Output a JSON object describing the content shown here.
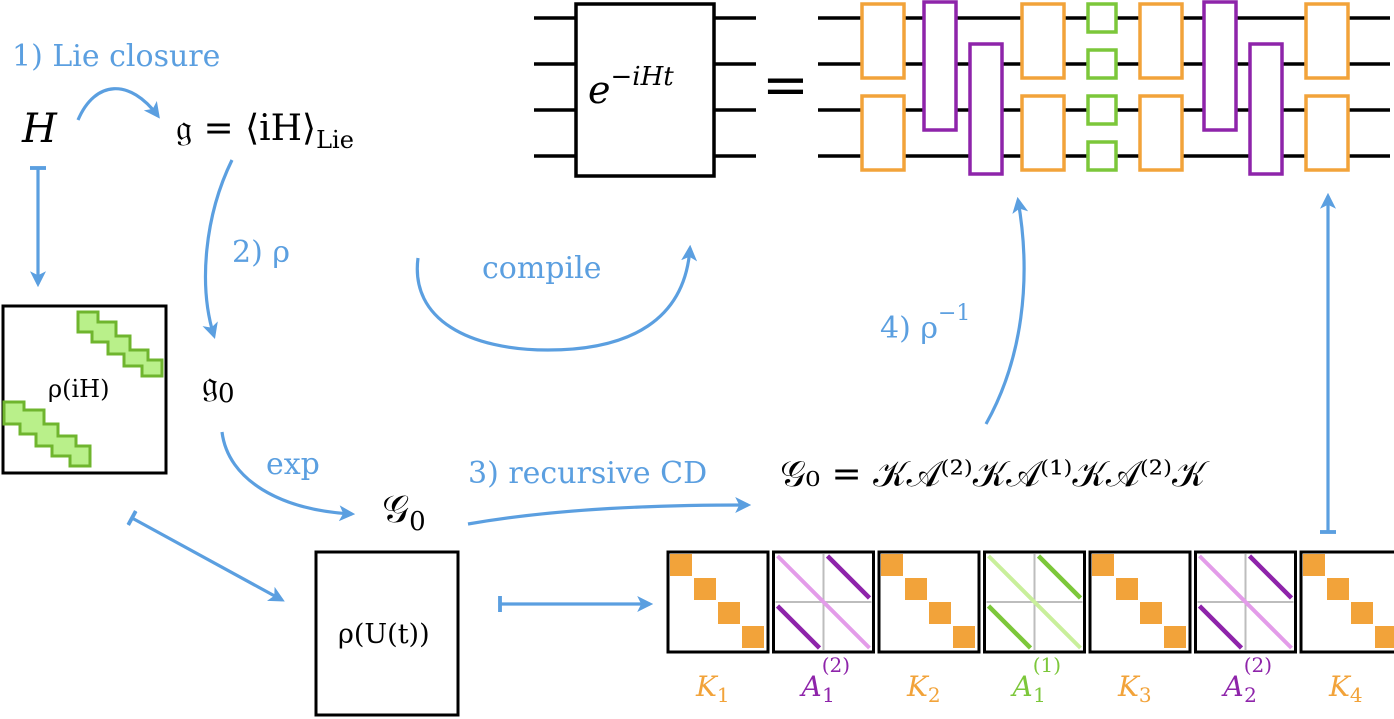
{
  "colors": {
    "arrow": "#5b9fe0",
    "orange": "#f2a33a",
    "purple": "#8e24aa",
    "light_purple": "#e39ce9",
    "green": "#7cc73a",
    "light_green": "#c9ef9b",
    "green_fill": "#b9f08a",
    "grid_gray": "#bdbdbd",
    "ink": "#000000"
  },
  "steps": {
    "step1": "1) Lie closure",
    "step2": "2) ρ",
    "step3": "3) recursive CD",
    "step4_prefix": "4) ρ",
    "step4_sup": "−1",
    "compile": "compile",
    "exp": "exp"
  },
  "math": {
    "H": "H",
    "lie_alg_lhs": "𝔤 = ⟨iH⟩",
    "lie_sub": "Lie",
    "g0": "𝔤",
    "g0_sub": "0",
    "G0": "𝒢",
    "G0_sub": "0",
    "rho_iH": "ρ(iH)",
    "rho_Ut": "ρ(U(t))",
    "exp_e": "e",
    "exp_sup": "−iHt",
    "equals": "=",
    "decomposition": "𝒢₀ = 𝒦𝒜⁽²⁾𝒦𝒜⁽¹⁾𝒦𝒜⁽²⁾𝒦"
  },
  "factors": [
    {
      "base": "K",
      "sub": "1",
      "sup": "",
      "kind": "K"
    },
    {
      "base": "A",
      "sub": "1",
      "sup": "(2)",
      "kind": "A2"
    },
    {
      "base": "K",
      "sub": "2",
      "sup": "",
      "kind": "K"
    },
    {
      "base": "A",
      "sub": "1",
      "sup": "(1)",
      "kind": "A1"
    },
    {
      "base": "K",
      "sub": "3",
      "sup": "",
      "kind": "K"
    },
    {
      "base": "A",
      "sub": "2",
      "sup": "(2)",
      "kind": "A2"
    },
    {
      "base": "K",
      "sub": "4",
      "sup": "",
      "kind": "K"
    }
  ]
}
